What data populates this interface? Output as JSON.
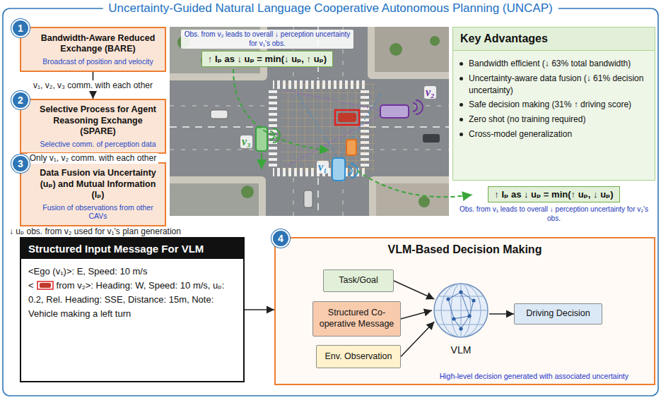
{
  "diagram": {
    "title": "Uncertainty-Guided Natural Language Cooperative Autonomous Planning (UNCAP)",
    "nodes": [
      {
        "text": [
          "1"
        ]
      },
      {
        "text": [
          "Bandwidth-Aware Reduced Exchange (BARE)",
          "Broadcast of position and velocity"
        ]
      },
      {
        "text": [
          "2"
        ]
      },
      {
        "text": [
          "Selective Process for Agent Reasoning Exchange (SPARE)",
          "Selective comm. of perception data"
        ]
      },
      {
        "text": [
          "3"
        ]
      },
      {
        "text": [
          "Data Fusion via Uncertainty (uₚ) and Mutual Information (Iₚ)",
          "Fusion of observations from other CAVs"
        ]
      },
      {
        "text": [
          "Obs. from v₂ leads to overall ↓ perception uncertainty for v₁'s obs.",
          "↑ Iₚ as ↓ uₚ = min(↓ uₚ, ↑ uₚ)"
        ]
      },
      {
        "text": [
          "Key Advantages",
          "Bandwidth efficient (↓ 63% total bandwidth)",
          "Uncertainty-aware data fusion (↓ 61% decision uncertainty)",
          "Safe decision making (31% ↑ driving score)",
          "Zero shot (no training required)",
          "Cross-model generalization"
        ]
      },
      {
        "text": [
          "↑ Iₚ as ↓ uₚ = min(↑ uₚ, ↓ uₚ)",
          "Obs. from v₁ leads to overall ↓ perception uncertainty for v₂'s obs."
        ]
      },
      {
        "text": [
          "Structured Input Message For VLM",
          "<Ego (v₁)>: E, Speed: 10 m/s",
          "<",
          "from v₂>: Heading: W, Speed: 10 m/s, uₚ: 0.2, Rel. Heading: SSE, Distance: 15m, Note: Vehicle making a left turn"
        ]
      },
      {
        "text": [
          "4"
        ]
      },
      {
        "text": [
          "VLM-Based Decision Making",
          "High-level decision generated with associated uncertainty"
        ]
      },
      {
        "text": [
          "Task/Goal"
        ],
        "in": 11
      },
      {
        "text": [
          "Structured Co-operative Message"
        ],
        "in": 11
      },
      {
        "text": [
          "Env. Observation"
        ],
        "in": 11
      },
      {
        "text": [
          "VLM"
        ],
        "in": 11
      },
      {
        "text": [
          "Driving Decision"
        ],
        "in": 11
      }
    ],
    "edges": [
      {
        "from": 1,
        "to": 3,
        "arrow": "to",
        "label": "v₁, v₂, v₃ comm. with each other"
      },
      {
        "from": 3,
        "to": 5,
        "arrow": "to",
        "label": "Only v₁, v₂ comm. with each other"
      },
      {
        "from": 5,
        "to": 9,
        "arrow": "to",
        "label": "↓ uₚ obs. from v₂ used for v₁'s plan generation"
      },
      {
        "from": 9,
        "to": 11,
        "arrow": "to"
      },
      {
        "from": 12,
        "to": 15,
        "arrow": "to"
      },
      {
        "from": 13,
        "to": 15,
        "arrow": "to"
      },
      {
        "from": 14,
        "to": 15,
        "arrow": "to"
      },
      {
        "from": 15,
        "to": 16,
        "arrow": "to"
      }
    ],
    "labels": [
      "v₂",
      "v₃",
      "v₁"
    ]
  }
}
